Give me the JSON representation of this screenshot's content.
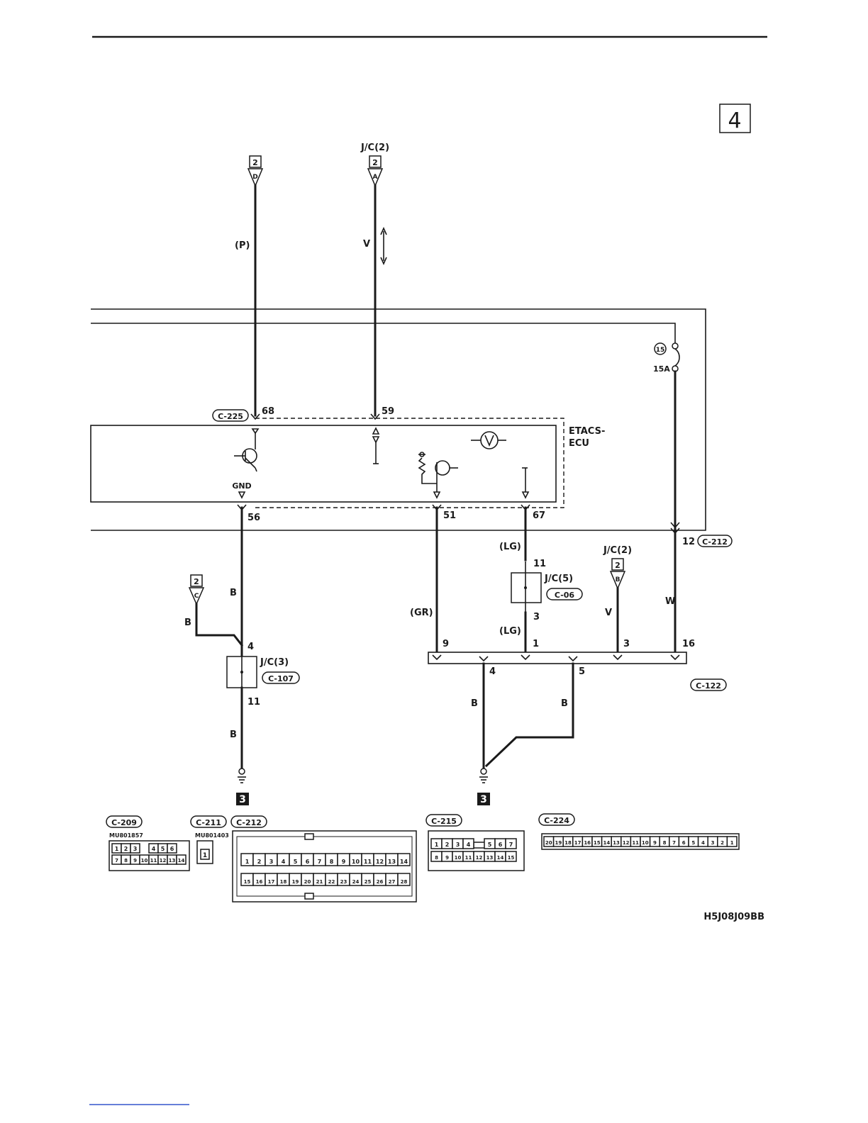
{
  "page": {
    "page_number": "4",
    "figure_code": "H5J08J09BB"
  },
  "ecu": {
    "name_line1": "ETACS-",
    "name_line2": "ECU",
    "gnd_label": "GND"
  },
  "top_connectors": [
    {
      "id": "conn-2d",
      "number": "2",
      "letter": "D",
      "title": ""
    },
    {
      "id": "conn-2a",
      "number": "2",
      "letter": "A",
      "title": "J/C(2)"
    }
  ],
  "wire_colors": {
    "p": "(P)",
    "v_top": "V",
    "b_ecu_down": "B",
    "b_2c": "B",
    "b_ground_left": "B",
    "gr": "(GR)",
    "lg_top": "(LG)",
    "lg_bottom": "(LG)",
    "v_right": "V",
    "w": "W",
    "b_c122_left": "B",
    "b_c122_right": "B"
  },
  "pins": {
    "c225_68": "68",
    "c225_59": "59",
    "c225_56": "56",
    "c225_51": "51",
    "c225_67": "67",
    "c212_12": "12",
    "jc5_11": "11",
    "jc5_3": "3",
    "jc3_4": "4",
    "jc3_11": "11",
    "c122_9": "9",
    "c122_1": "1",
    "c122_3": "3",
    "c122_16": "16",
    "c122_4": "4",
    "c122_5": "5"
  },
  "fuse": {
    "number": "15",
    "rating": "15A"
  },
  "connector_labels": {
    "c225": "C-225",
    "c212": "C-212",
    "c06": "C-06",
    "c107": "C-107",
    "c122": "C-122"
  },
  "junctions": {
    "jc5": "J/C(5)",
    "jc3": "J/C(3)",
    "jc2_right": "J/C(2)",
    "conn_2c": {
      "number": "2",
      "letter": "C"
    },
    "conn_2b": {
      "number": "2",
      "letter": "B"
    }
  },
  "ground_refs": {
    "left": "3",
    "right": "3"
  },
  "connector_views": [
    {
      "id": "C-209",
      "part": "MU801857",
      "rows": [
        [
          "1",
          "2",
          "3",
          "",
          "4",
          "5",
          "6"
        ],
        [
          "7",
          "8",
          "9",
          "10",
          "11",
          "12",
          "13",
          "14"
        ]
      ]
    },
    {
      "id": "C-211",
      "part": "MU801403",
      "rows": [
        [
          "1"
        ]
      ]
    },
    {
      "id": "C-212",
      "part": "",
      "rows": [
        [
          "1",
          "2",
          "3",
          "4",
          "5",
          "6",
          "7",
          "8",
          "9",
          "10",
          "11",
          "12",
          "13",
          "14"
        ],
        [
          "15",
          "16",
          "17",
          "18",
          "19",
          "20",
          "21",
          "22",
          "23",
          "24",
          "25",
          "26",
          "27",
          "28"
        ]
      ]
    },
    {
      "id": "C-215",
      "part": "",
      "rows": [
        [
          "1",
          "2",
          "3",
          "4",
          "",
          "5",
          "6",
          "7"
        ],
        [
          "8",
          "9",
          "10",
          "11",
          "12",
          "13",
          "14",
          "15"
        ]
      ]
    },
    {
      "id": "C-224",
      "part": "",
      "rows": [
        [
          "20",
          "19",
          "18",
          "17",
          "16",
          "15",
          "14",
          "13",
          "12",
          "11",
          "10",
          "9",
          "8",
          "7",
          "6",
          "5",
          "4",
          "3",
          "2",
          "1"
        ]
      ]
    }
  ]
}
